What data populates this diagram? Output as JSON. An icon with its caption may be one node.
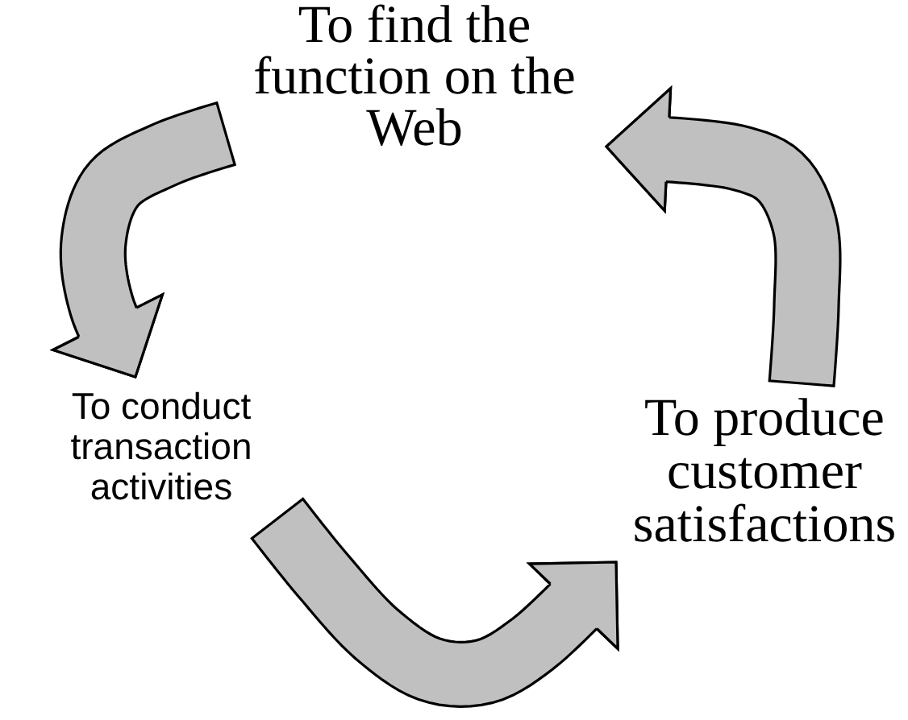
{
  "diagram": {
    "nodes": [
      {
        "text": [
          "To find the function on the Web"
        ]
      },
      {
        "text": [
          "To conduct transaction activities"
        ]
      },
      {
        "text": [
          "To produce customer satisfactions"
        ]
      }
    ],
    "edges": [
      {
        "from": 0,
        "to": 1,
        "arrow": "to"
      },
      {
        "from": 1,
        "to": 2,
        "arrow": "to"
      },
      {
        "from": 2,
        "to": 0,
        "arrow": "to"
      }
    ]
  }
}
